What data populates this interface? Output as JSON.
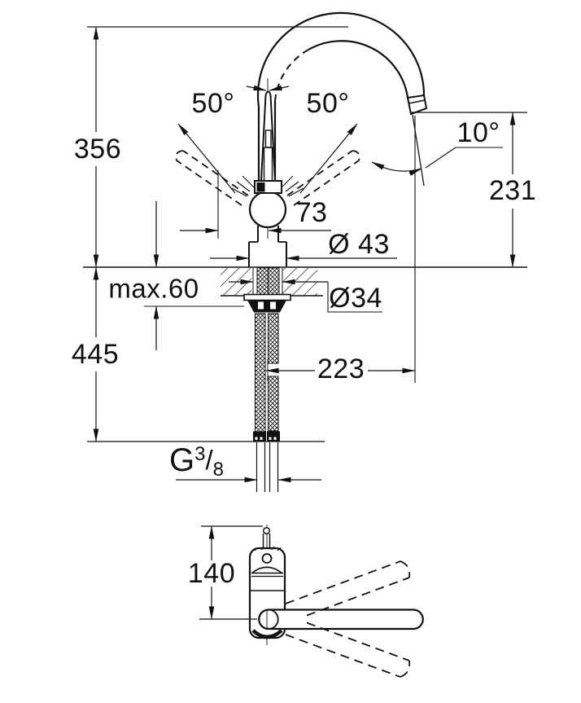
{
  "drawing": {
    "kind": "technical-dimension-drawing",
    "subject": "single-lever kitchen faucet with high C-shaped spout",
    "views": {
      "main": "side elevation with mounting hardware and supply hoses",
      "plan": "top view with handle swing positions"
    }
  },
  "colors": {
    "background": "#ffffff",
    "line": "#111111"
  },
  "labels": {
    "height_above_deck": "356",
    "length_below_deck": "445",
    "spout_outlet_height": "231",
    "spout_reach": "223",
    "lever_clearance": "73",
    "base_diameter": "Ø 43",
    "hole_diameter": "Ø34",
    "max_deck_thickness": "max.60",
    "lever_swing_left": "50°",
    "lever_swing_right": "50°",
    "outlet_angle": "10°",
    "plan_handle_length": "140",
    "thread": {
      "g": "G",
      "numerator": "3",
      "slash": "/",
      "denominator": "8"
    }
  }
}
